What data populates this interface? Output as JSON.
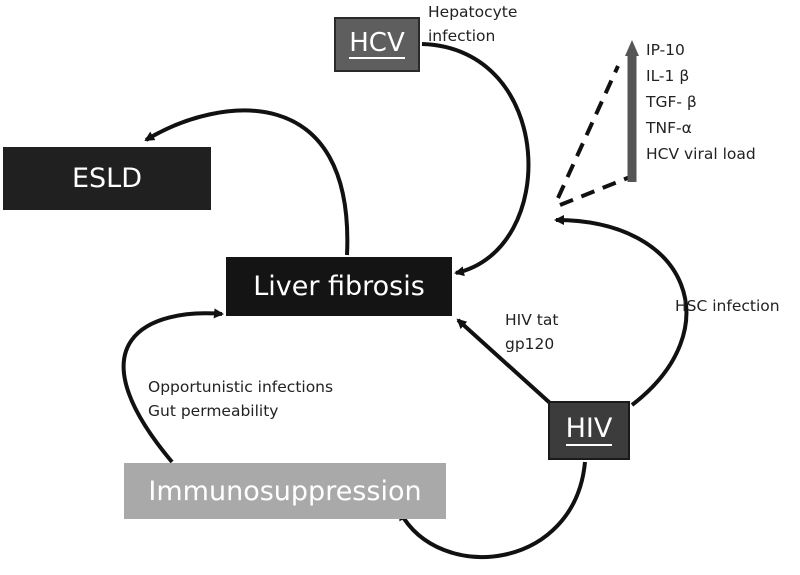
{
  "nodes": {
    "hcv": "HCV",
    "esld": "ESLD",
    "liver_fibrosis": "Liver fibrosis",
    "hiv": "HIV",
    "immunosuppression": "Immunosuppression"
  },
  "edge_labels": {
    "hepatocyte_infection": [
      "Hepatocyte",
      "infection"
    ],
    "hiv_proteins": [
      "HIV tat",
      "gp120"
    ],
    "hsc_infection": "HSC infection",
    "opportunistic": [
      "Opportunistic infections",
      "Gut permeability"
    ]
  },
  "markers": [
    "IP-10",
    "IL-1 β",
    "TGF- β",
    "TNF-α",
    "HCV viral load"
  ],
  "colors": {
    "arrow": "#111111",
    "up_arrow": "#555555"
  }
}
